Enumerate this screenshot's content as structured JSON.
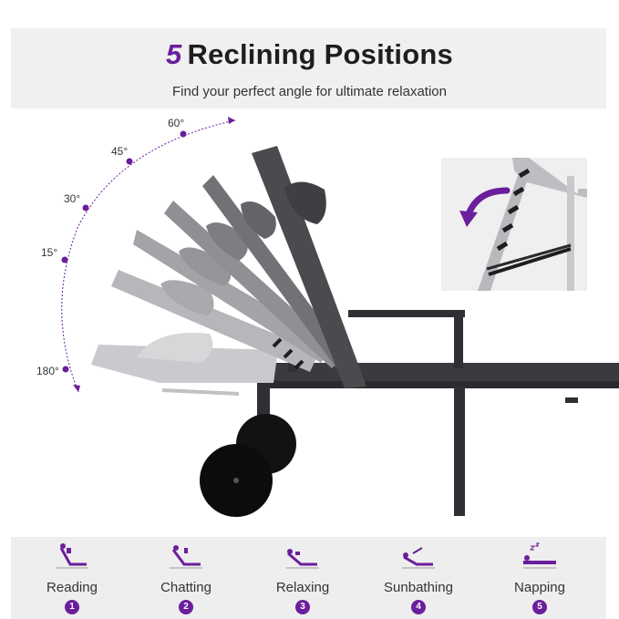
{
  "header": {
    "title_number": "5",
    "title_text": "Reclining Positions",
    "subtitle": "Find your perfect angle for ultimate relaxation"
  },
  "angles": [
    {
      "label": "60°"
    },
    {
      "label": "45°"
    },
    {
      "label": "30°"
    },
    {
      "label": "15°"
    },
    {
      "label": "180°"
    }
  ],
  "positions": [
    {
      "label": "Reading",
      "number": "1"
    },
    {
      "label": "Chatting",
      "number": "2"
    },
    {
      "label": "Relaxing",
      "number": "3"
    },
    {
      "label": "Sunbathing",
      "number": "4"
    },
    {
      "label": "Napping",
      "number": "5"
    }
  ],
  "colors": {
    "accent": "#6b1e9c",
    "frame": "#2f3033",
    "backrest_dark": "#4a4b4e",
    "backrest_light": "#9a9b9e",
    "band": "#f0f0f0"
  },
  "icons": [
    "rotate-arrow-icon",
    "reading-pose-icon",
    "chatting-pose-icon",
    "relaxing-pose-icon",
    "sunbathing-pose-icon",
    "napping-pose-icon"
  ]
}
